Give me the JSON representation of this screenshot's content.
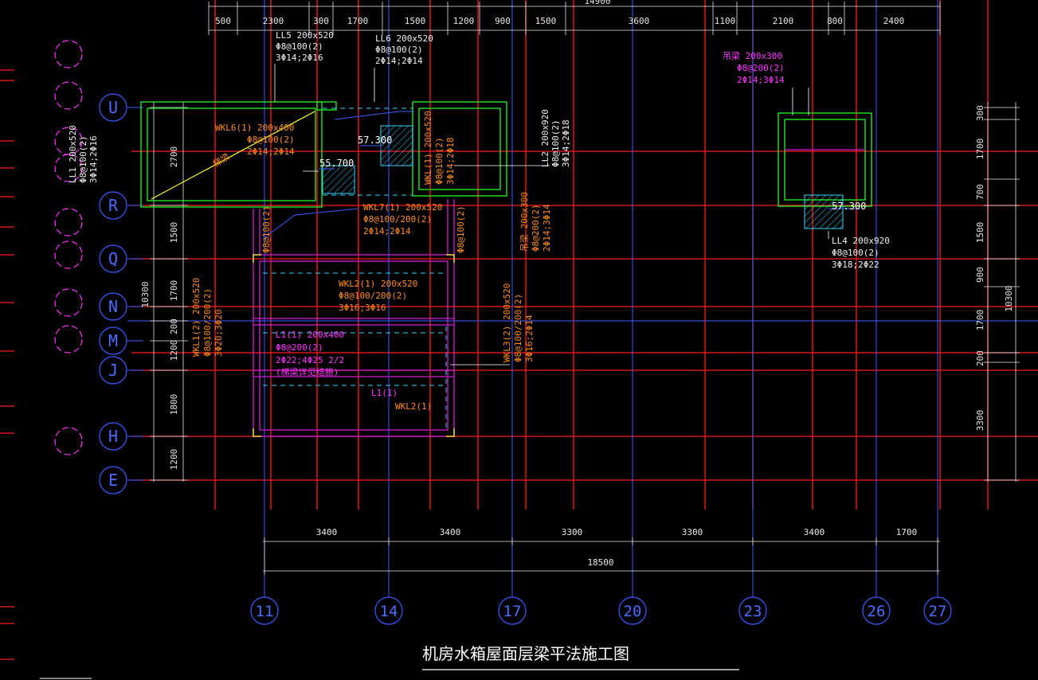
{
  "title": "机房水箱屋面层梁平法施工图",
  "top_overall_dim": "14900",
  "top_dims": [
    "500",
    "2300",
    "300",
    "1700",
    "1500",
    "1200",
    "900",
    "1500",
    "3600",
    "1100",
    "2100",
    "800",
    "2400"
  ],
  "bottom_dims": [
    "3400",
    "3400",
    "3300",
    "3300",
    "3400",
    "1700"
  ],
  "bottom_overall_dim": "18500",
  "col_axes": [
    "11",
    "14",
    "17",
    "20",
    "23",
    "26",
    "27"
  ],
  "row_axes": [
    "U",
    "R",
    "Q",
    "N",
    "M",
    "J",
    "H",
    "E"
  ],
  "left_dims": [
    "2700",
    "1500",
    "1700",
    "200",
    "1200",
    "1800",
    "1200"
  ],
  "left_overall_dim": "10300",
  "right_dims": [
    "300",
    "1700",
    "700",
    "1500",
    "900",
    "1700",
    "200",
    "3300"
  ],
  "right_overall_dim": "10300",
  "elevations": [
    "57.300",
    "55.700",
    "57.300"
  ],
  "labels": {
    "ll5": [
      "LL5 200x520",
      "Φ8@100(2)",
      "3Φ14;2Φ16"
    ],
    "ll6": [
      "LL6 200x520",
      "Φ8@100(2)",
      "2Φ14;2Φ14"
    ],
    "ll1": [
      "LL1 200x520",
      "Φ8@100(2)",
      "3Φ14;2Φ16"
    ],
    "wkl6": [
      "WKL6(1) 200x400",
      "Φ8@100(2)",
      "2Φ14;2Φ14"
    ],
    "wkl7": [
      "WKL7(1) 200x520",
      "Φ8@100/200(2)",
      "2Φ14;2Φ14"
    ],
    "wklv": [
      "WKL(1) 200x520",
      "Φ8@100(2)",
      "3Φ14;2Φ18"
    ],
    "ll2": [
      "LL2 200x920",
      "Φ8@100(2)",
      "3Φ14;2Φ18"
    ],
    "hang1": [
      "吊梁 200x300",
      "Φ8@200(2)",
      "2Φ14;3Φ14"
    ],
    "hang2": [
      "吊梁 200x300",
      "Φ8@200(2)",
      "2Φ14;3Φ14"
    ],
    "ll4": [
      "LL4 200x920",
      "Φ8@100(2)",
      "3Φ18;2Φ22"
    ],
    "wkl2": [
      "WKL2(1) 200x520",
      "Φ8@100/200(2)",
      "3Φ16;3Φ16"
    ],
    "wkl1": [
      "WKL1(2) 200x520",
      "Φ8@100/200(2)",
      "3Φ20;3Φ20"
    ],
    "l1": [
      "L1(1) 200x400",
      "Φ8@200(2)",
      "2Φ22;4Φ25 2/2",
      "(梯梁详见结施)"
    ],
    "wkl3": [
      "WKL3(2) 200x520",
      "Φ8@100/200(2)",
      "3Φ16;2Φ14"
    ],
    "l1b": "L1(1)",
    "wkl2b": "WKL2(1)",
    "v8": "Φ8@100(2)",
    "v8b": "Φ8@100(2)",
    "stair": "梯梁"
  }
}
